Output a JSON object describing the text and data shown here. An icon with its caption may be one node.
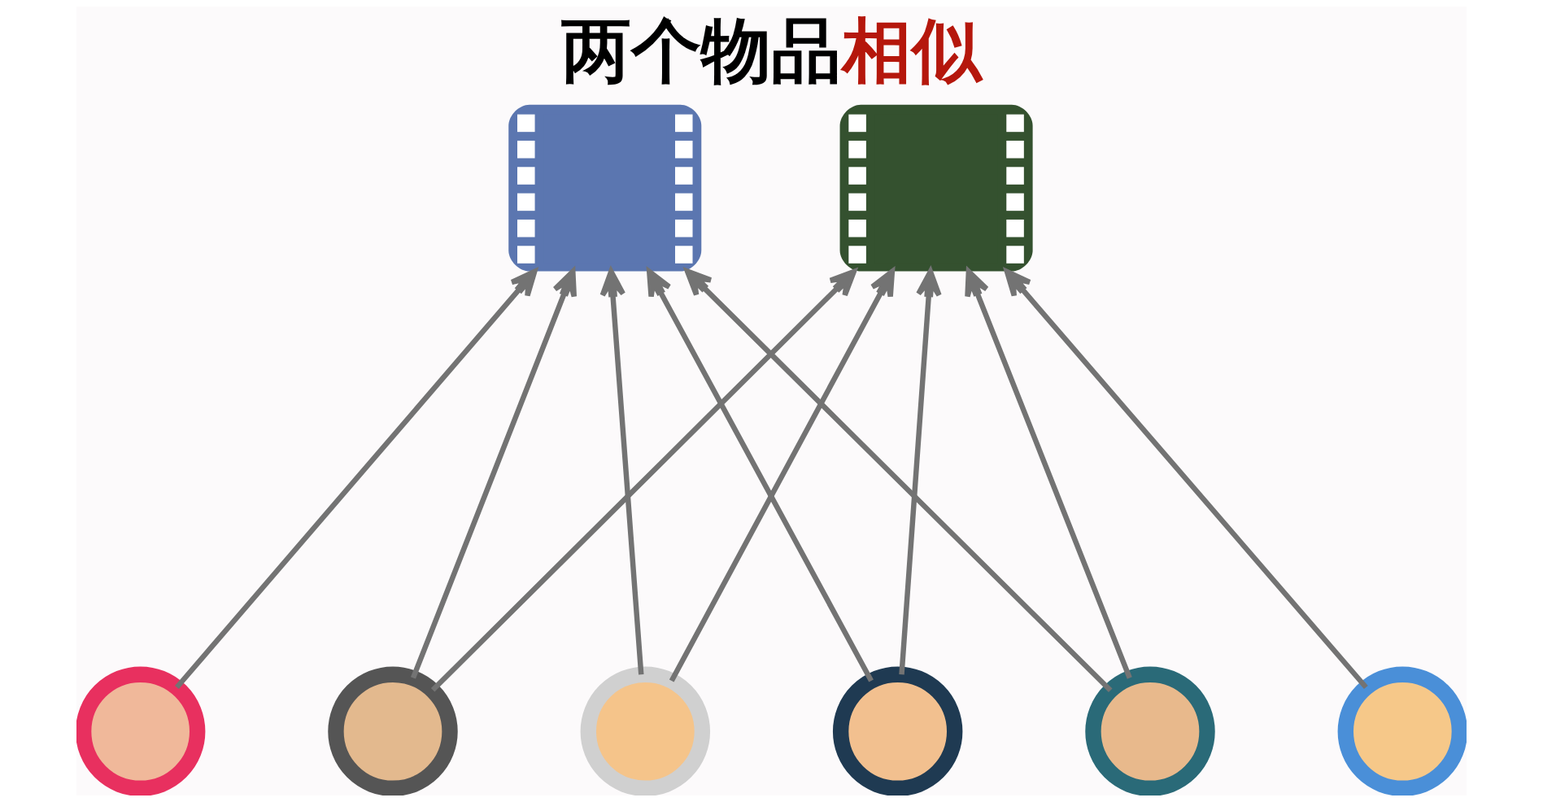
{
  "diagram": {
    "title": "两个物品相似",
    "nodes": [
      {
        "text": [],
        "shape": "picture"
      },
      {
        "text": [],
        "shape": "picture"
      },
      {
        "text": [],
        "shape": "person"
      },
      {
        "text": [],
        "shape": "person"
      },
      {
        "text": [],
        "shape": "person"
      },
      {
        "text": [],
        "shape": "person"
      },
      {
        "text": [],
        "shape": "person"
      },
      {
        "text": [],
        "shape": "person"
      }
    ],
    "edges": [
      {
        "from": 2,
        "to": 0,
        "arrow": "to"
      },
      {
        "from": 3,
        "to": 0,
        "arrow": "to"
      },
      {
        "from": 3,
        "to": 1,
        "arrow": "to"
      },
      {
        "from": 4,
        "to": 0,
        "arrow": "to"
      },
      {
        "from": 4,
        "to": 1,
        "arrow": "to"
      },
      {
        "from": 5,
        "to": 0,
        "arrow": "to"
      },
      {
        "from": 5,
        "to": 1,
        "arrow": "to"
      },
      {
        "from": 6,
        "to": 0,
        "arrow": "to"
      },
      {
        "from": 6,
        "to": 1,
        "arrow": "to"
      },
      {
        "from": 7,
        "to": 1,
        "arrow": "to"
      }
    ]
  }
}
